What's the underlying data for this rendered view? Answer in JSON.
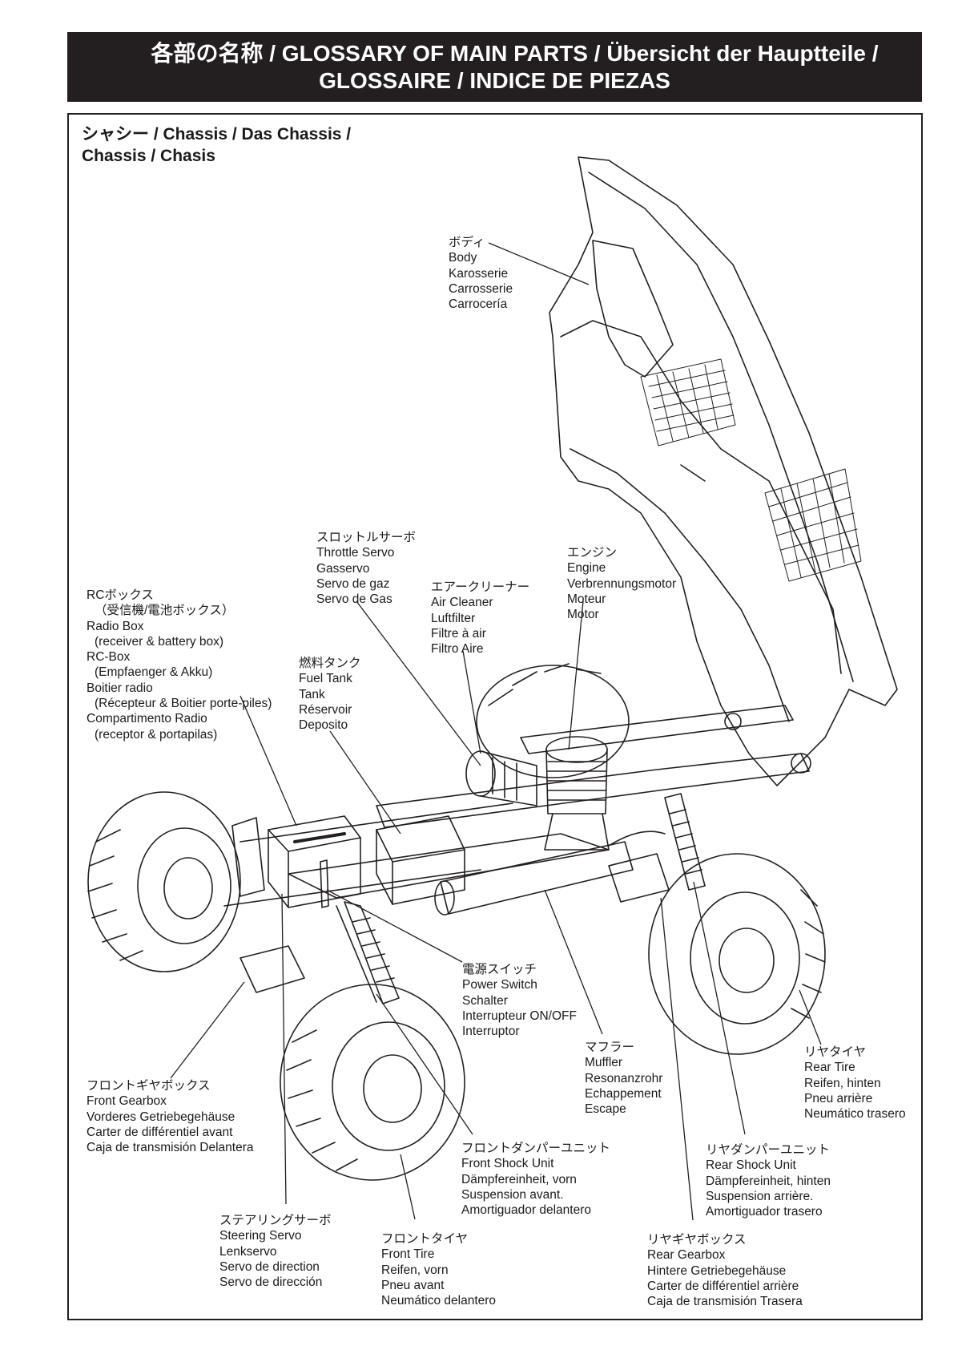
{
  "header": {
    "line1": "各部の名称 / GLOSSARY OF MAIN PARTS / Übersicht der Hauptteile /",
    "line2": "GLOSSAIRE / INDICE DE PIEZAS"
  },
  "section": {
    "line1": "シャシー /  Chassis / Das Chassis /",
    "line2": "Chassis / Chasis"
  },
  "labels": {
    "body": [
      "ボディ",
      "Body",
      "Karosserie",
      "Carrosserie",
      "Carrocería"
    ],
    "throttle_servo": [
      "スロットルサーボ",
      "Throttle Servo",
      "Gasservo",
      "Servo de gaz",
      "Servo de Gas"
    ],
    "engine": [
      "エンジン",
      "Engine",
      "Verbrennungsmotor",
      "Moteur",
      "Motor"
    ],
    "air_cleaner": [
      "エアークリーナー",
      "Air Cleaner",
      "Luftfilter",
      "Filtre à air",
      "Filtro Aire"
    ],
    "radio_box": [
      "RCボックス",
      "（受信機/電池ボックス）",
      "Radio Box",
      "(receiver & battery box)",
      "RC-Box",
      "(Empfaenger & Akku)",
      "Boitier radio",
      "(Récepteur & Boitier porte-piles)",
      "Compartimento Radio",
      "(receptor & portapilas)"
    ],
    "fuel_tank": [
      "燃料タンク",
      "Fuel Tank",
      "Tank",
      "Réservoir",
      "Deposito"
    ],
    "power_switch": [
      "電源スイッチ",
      "Power Switch",
      "Schalter",
      "Interrupteur ON/OFF",
      "Interruptor"
    ],
    "muffler": [
      "マフラー",
      "Muffler",
      "Resonanzrohr",
      "Echappement",
      "Escape"
    ],
    "rear_tire": [
      "リヤタイヤ",
      "Rear Tire",
      "Reifen, hinten",
      "Pneu arrière",
      "Neumático trasero"
    ],
    "front_gearbox": [
      "フロントギヤボックス",
      "Front Gearbox",
      "Vorderes Getriebegehäuse",
      "Carter de différentiel avant",
      "Caja de transmisión Delantera"
    ],
    "front_shock": [
      "フロントダンパーユニット",
      "Front Shock Unit",
      "Dämpfereinheit, vorn",
      "Suspension avant.",
      "Amortiguador delantero"
    ],
    "rear_shock": [
      "リヤダンパーユニット",
      "Rear Shock Unit",
      "Dämpfereinheit, hinten",
      "Suspension arrière.",
      "Amortiguador trasero"
    ],
    "steering_servo": [
      "ステアリングサーボ",
      "Steering Servo",
      "Lenkservo",
      "Servo de direction",
      "Servo de dirección"
    ],
    "front_tire": [
      "フロントタイヤ",
      "Front Tire",
      "Reifen, vorn",
      "Pneu avant",
      "Neumático delantero"
    ],
    "rear_gearbox": [
      "リヤギヤボックス",
      "Rear Gearbox",
      "Hintere Getriebegehäuse",
      "Carter de différentiel arrière",
      "Caja de transmisión Trasera"
    ]
  },
  "colors": {
    "ink": "#231f20",
    "paper": "#ffffff"
  }
}
